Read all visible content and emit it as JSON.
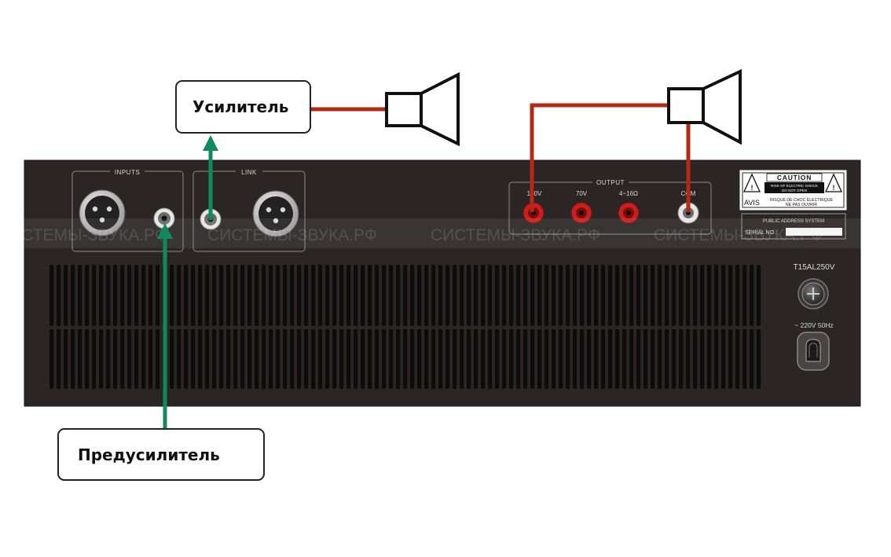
{
  "panel": {
    "inputs_label": "INPUTS",
    "link_label": "LINK",
    "output_label": "OUTPUT",
    "output_terminals": [
      "100V",
      "70V",
      "4~16Ω",
      "COM"
    ],
    "caution_title": "CAUTION",
    "caution_line1": "RISK OF ELECTRIC SHOCK",
    "caution_line2": "DO NOT OPEN",
    "caution_line3": "RISQUE DE CHOC ELECTRIQUE",
    "caution_line4": "NE PAS OUVRIR",
    "brand": "AVIS",
    "system_label": "PUBLIC ADDRESS SYSTEM",
    "serial_label": "SERIAL NO.:",
    "fuse_label": "T15AL250V",
    "power_label": "~ 220V  50Hz"
  },
  "watermark": {
    "text": "СИСТЕМЫ-ЗВУКА.РФ"
  },
  "callouts": {
    "amplifier": "Усилитель",
    "preamplifier": "Предусилитель"
  },
  "colors": {
    "panel": "#2b2625",
    "vent": "#0d0c0c",
    "red_wire": "#b52a12",
    "green_arrow": "#108a5c",
    "label_text": "#d8d8d8"
  }
}
